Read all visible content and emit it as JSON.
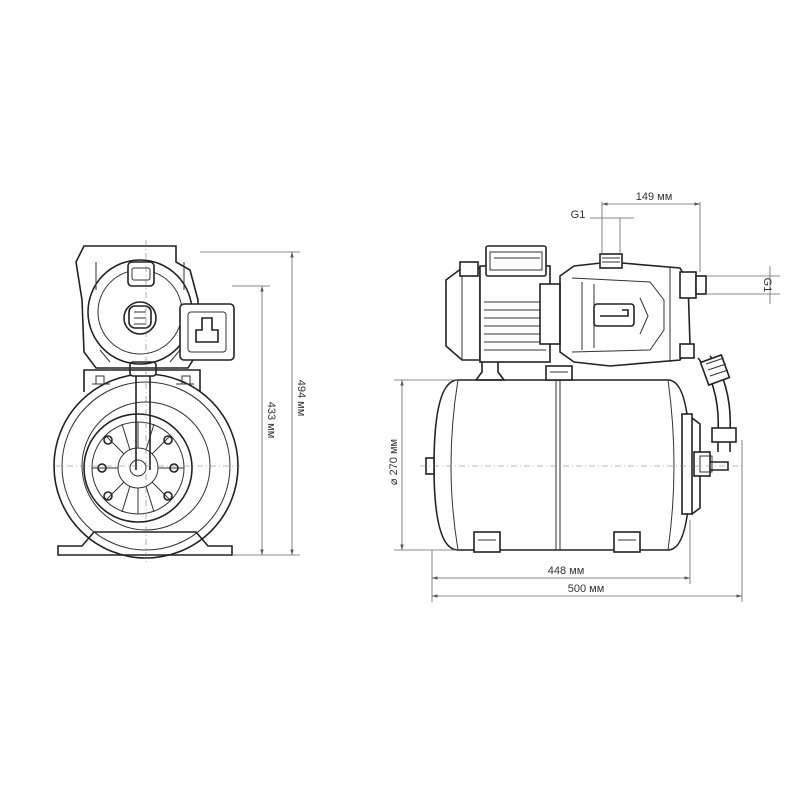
{
  "colors": {
    "line": "#222222",
    "dimension": "#666666",
    "background": "#ffffff"
  },
  "dimensions": {
    "height_total": "494 мм",
    "height_pump_axis": "433 мм",
    "tank_diameter": "⌀ 270 мм",
    "tank_length": "448 мм",
    "total_length": "500 мм",
    "outlet_offset": "149 мм",
    "thread_top": "G1",
    "thread_side": "G1"
  }
}
